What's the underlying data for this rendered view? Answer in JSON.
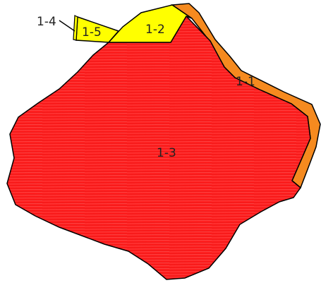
{
  "colors": {
    "parcel_1_1": "#f58a1f",
    "parcel_1_2": "#ffff00",
    "parcel_1_3": "#ff1e1e",
    "parcel_1_4": "#ffff00",
    "parcel_1_5": "#ffff00",
    "outline": "#000000",
    "label_text": "#222222"
  },
  "parcels": {
    "p1_1": {
      "label": "1-1"
    },
    "p1_2": {
      "label": "1-2"
    },
    "p1_3": {
      "label": "1-3"
    },
    "p1_4": {
      "label": "1-4"
    },
    "p1_5": {
      "label": "1-5"
    }
  }
}
